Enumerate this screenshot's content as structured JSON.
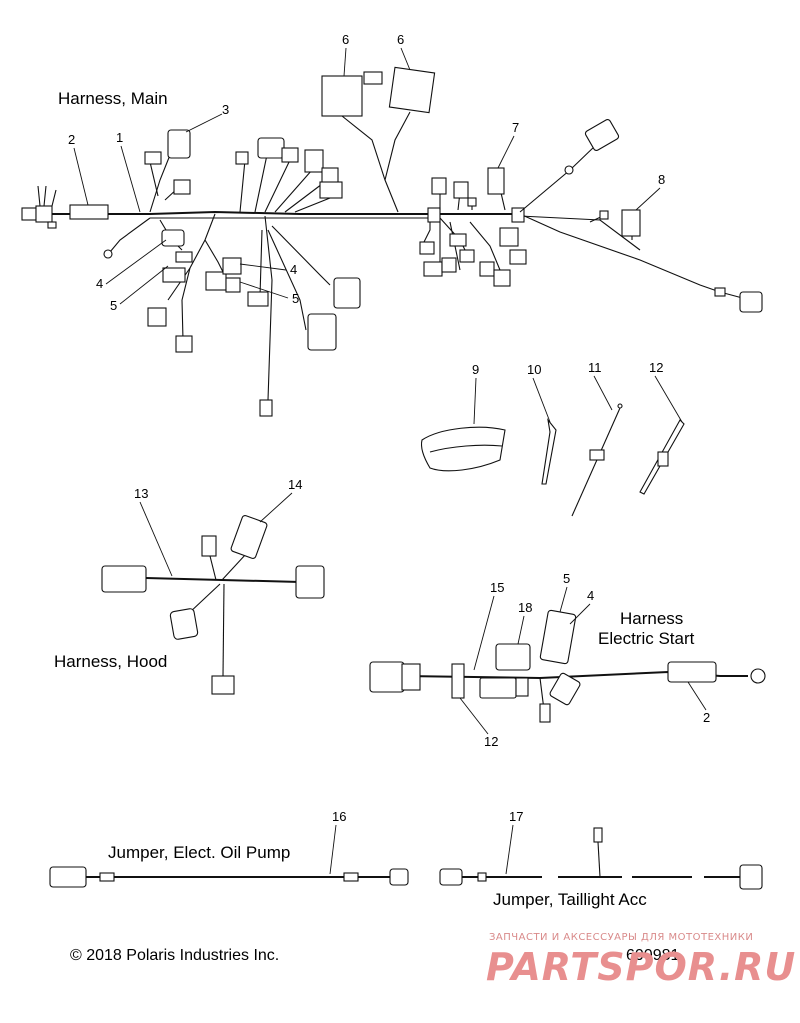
{
  "titles": {
    "harness_main": "Harness, Main",
    "harness_hood": "Harness, Hood",
    "harness_start_line1": "Harness",
    "harness_start_line2": "Electric Start",
    "jumper_oil_pump": "Jumper, Elect. Oil Pump",
    "jumper_taillight": "Jumper, Taillight Acc"
  },
  "callouts": {
    "c1": "1",
    "c2": "2",
    "c3": "3",
    "c4a": "4",
    "c4b": "4",
    "c5a": "5",
    "c5b": "5",
    "c6a": "6",
    "c6b": "6",
    "c7": "7",
    "c8": "8",
    "c9": "9",
    "c10": "10",
    "c11": "11",
    "c12": "12",
    "c13": "13",
    "c14": "14",
    "c15": "15",
    "c18": "18",
    "c5c": "5",
    "c4c": "4",
    "c2b": "2",
    "c12b": "12",
    "c16": "16",
    "c17": "17"
  },
  "footer": {
    "copyright": "© 2018 Polaris Industries Inc.",
    "diagram_number": "600981"
  },
  "watermark": {
    "line1": "ЗАПЧАСТИ И АКСЕССУАРЫ ДЛЯ МОТОТЕХНИКИ",
    "line2": "PARTSPOR.RU"
  }
}
